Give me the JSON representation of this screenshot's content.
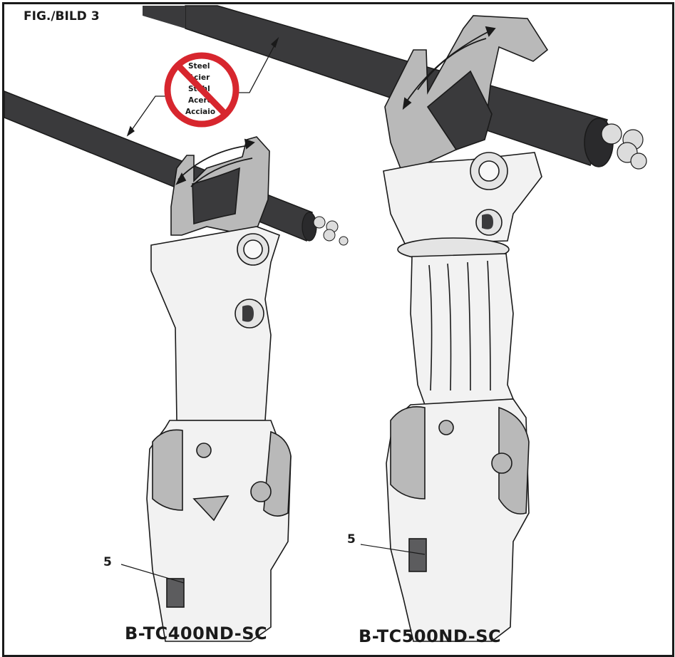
{
  "figure": {
    "label": "FIG./BILD 3"
  },
  "warning_sign": {
    "materials": [
      "Steel",
      "Acier",
      "Stahl",
      "Acero",
      "Acciaio"
    ],
    "ring_color": "#d7262e"
  },
  "tools": [
    {
      "model": "B-TC400ND-SC",
      "callout": "5"
    },
    {
      "model": "B-TC500ND-SC",
      "callout": "5"
    }
  ],
  "colors": {
    "cable": "#3a3a3c",
    "tool_body": "#f2f2f2",
    "tool_dark": "#b9b9b9",
    "outline": "#1a1a1a"
  }
}
